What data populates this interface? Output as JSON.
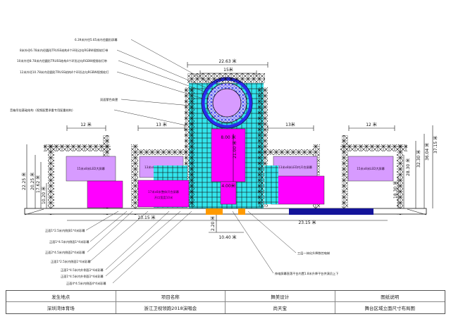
{
  "callouts_left_top": [
    "6.39米外径5.65米内径圆形屏幕",
    "8米外径6.78米内径圆形TRUSS结构4个环形边勾RGBW视频软灯带",
    "10米外径8.78米内径圆形TRUSS结构4个环形边勾RGBW视频软灯带",
    "12米外径10.78米内径圆形TRUSS结构4个环形边勾RGBW视频软灯"
  ],
  "callout_mid_1": "双面蒙色商罩",
  "callout_mid_2": "音箱吊挂基础结构（视频配置承重专用配重结构）",
  "dimensions": {
    "top_width": "22.63 米",
    "upper_width": "15米",
    "left_wing": "12 米",
    "left_inner": "13 米",
    "right_inner": "13米",
    "right_wing": "12 米",
    "center_screen": "8.00 米",
    "center_height": "21.00 米",
    "center_small": "4.00米",
    "base_left": "23.15 米",
    "base_right": "23.15 米",
    "bottom_v": "2.20 米",
    "bottom_h": "10.40 米",
    "left_v": [
      "22.25 米",
      "20.25 米",
      "17.62 米",
      "10.20 米"
    ],
    "right_v": [
      "18.30 米",
      "28.30 米",
      "32.30 米",
      "36.04 米",
      "37.15 米"
    ]
  },
  "panels": {
    "left_wing": "15米x8米LED大屏幕",
    "left_inner": "13米x8米LED内开合屏幕",
    "right_inner": "13米x8米LED内开合屏幕",
    "right_wing": "15米x8米LED大屏幕",
    "stage_label_1": "17米x8米整体开合屏幕",
    "stage_label_2": "开口宽度10米"
  },
  "callouts_left_bottom": [
    "正面1*2.5米内侧屏1*4米彩幕",
    "正面1*4.5米内侧面1*4米彩幕",
    "正面2*4.5米内侧面2*4米彩幕",
    "正面1*2.5米内侧面1*4米彩幕",
    "正面1*4.5米内外侧面1*4米彩幕",
    "正面1*4.5米内外侧面1*4米彩幕",
    "正面4*4.5米内侧面4*4米彩幕"
  ],
  "callouts_right_bottom": [
    "三层一体化升降数控电梯",
    "伸缩屏幕直落平台内置1.8米升降平台供演员上下"
  ],
  "title_block": {
    "headers": [
      "发生地点",
      "项目名称",
      "舞美设计",
      "图纸说明"
    ],
    "values": [
      "深圳湾体育场",
      "浙江卫视领跑2018演唱会",
      "尚天宝",
      "舞台区域立面尺寸布局图"
    ]
  },
  "colors": {
    "magenta": "#ff00ff",
    "light_purple": "#d79bff",
    "cyan": "#33e6ee",
    "truss_blue": "#2a2aee",
    "orange": "#ff9a00",
    "navy": "#14149a"
  }
}
